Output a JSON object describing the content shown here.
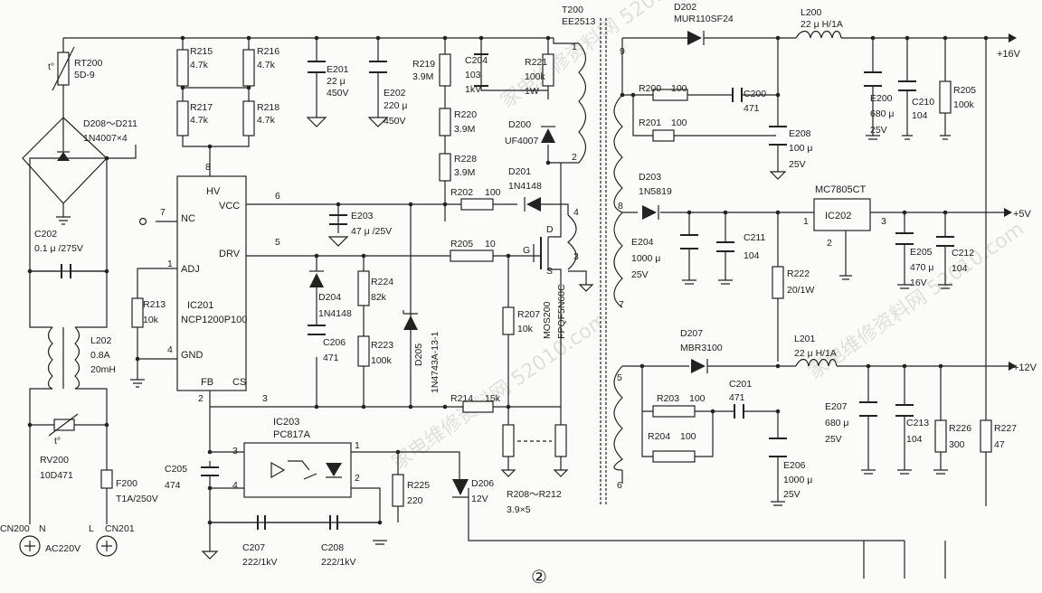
{
  "labels": {
    "t200": "T200",
    "ee2513": "EE2513",
    "d202": "D202",
    "mur": "MUR110SF24",
    "l200": "L200",
    "l200v": "22 μ H/1A",
    "out16": "+16V",
    "rt200": "RT200",
    "rt200v": "5D-9",
    "tdeg": "t°",
    "r215": "R215",
    "r216": "R216",
    "r217": "R217",
    "r218": "R218",
    "v47k": "4.7k",
    "e201": "E201",
    "e201a": "22 μ",
    "e201b": "450V",
    "e202": "E202",
    "e202a": "220 μ",
    "e202b": "450V",
    "r219": "R219",
    "v39m": "3.9M",
    "r220": "R220",
    "r228": "R228",
    "c204": "C204",
    "c204a": "103",
    "c204b": "1kV",
    "r221": "R221",
    "r221a": "100k",
    "r221b": "1W",
    "d200": "D200",
    "uf4007": "UF4007",
    "d201": "D201",
    "d201v": "1N4148",
    "r200": "R200",
    "r200v": "100",
    "r201": "R201",
    "r201v": "100",
    "c200": "C200",
    "c200v": "471",
    "e208": "E208",
    "e208a": "100 μ",
    "e208b": "25V",
    "e200": "E200",
    "e200a": "680 μ",
    "e200b": "25V",
    "c210": "C210",
    "c210v": "104",
    "r205": "R205",
    "r205v": "100k",
    "d208": "D208～D211",
    "d208v": "1N4007×4",
    "c202": "C202",
    "c202v": "0.1 μ /275V",
    "hv": "HV",
    "nc": "NC",
    "vcc": "VCC",
    "drv": "DRV",
    "adj": "ADJ",
    "gnd": "GND",
    "fb": "FB",
    "cs": "CS",
    "p8": "8",
    "p7": "7",
    "p6": "6",
    "p5": "5",
    "p1": "1",
    "p4": "4",
    "p2": "2",
    "p3": "3",
    "ic201": "IC201",
    "ic201v": "NCP1200P100",
    "e203": "E203",
    "e203v": "47 μ /25V",
    "r202": "R202",
    "r202v": "100",
    "r205b": "R205",
    "r205bv": "10",
    "d204": "D204",
    "d204v": "1N4148",
    "r224": "R224",
    "r224v": "82k",
    "c206": "C206",
    "c206v": "471",
    "r223": "R223",
    "r223v": "100k",
    "d205": "D205",
    "d205v": "1N4743A-13-1",
    "r213": "R213",
    "r213v": "10k",
    "r207": "R207",
    "r207v": "10k",
    "mos": "MOS200",
    "fqpf": "FPQF5N60C",
    "pd": "D",
    "pg": "G",
    "ps": "S",
    "d203": "D203",
    "d203v": "1N5819",
    "mc7805": "MC7805CT",
    "ic202": "IC202",
    "out5": "+5V",
    "e204": "E204",
    "e204a": "1000 μ",
    "e204b": "25V",
    "c211": "C211",
    "c211v": "104",
    "e205": "E205",
    "e205a": "470 μ",
    "e205b": "16V",
    "c212": "C212",
    "c212v": "104",
    "r222": "R222",
    "r222v": "20/1W",
    "l202": "L202",
    "l202a": "0.8A",
    "l202b": "20mH",
    "d207": "D207",
    "mbr": "MBR3100",
    "l201": "L201",
    "l201v": "22 μ H/1A",
    "out12": "+12V",
    "r214": "R214",
    "r214v": "15k",
    "r203": "R203",
    "r203v": "100",
    "c201": "C201",
    "c201v": "471",
    "r204": "R204",
    "r204v": "100",
    "e207": "E207",
    "e207a": "680 μ",
    "e207b": "25V",
    "c213": "C213",
    "c213v": "104",
    "r226": "R226",
    "r226v": "300",
    "r227": "R227",
    "r227v": "47",
    "e206": "E206",
    "e206a": "1000 μ",
    "e206b": "25V",
    "ic203": "IC203",
    "pc817": "PC817A",
    "c205": "C205",
    "c205v": "474",
    "r225": "R225",
    "r225v": "220",
    "d206": "D206",
    "d206v": "12V",
    "r208": "R208～R212",
    "r208v": "3.9×5",
    "rv200": "RV200",
    "rv200v": "10D471",
    "f200": "F200",
    "f200v": "T1A/250V",
    "c207": "C207",
    "c207v": "222/1kV",
    "c208": "C208",
    "c208v": "222/1kV",
    "cn200": "CN200",
    "cn201": "CN201",
    "n": "N",
    "l": "L",
    "ac220": "AC220V",
    "circled2": "②",
    "w9": "9",
    "w8": "8",
    "w7": "7",
    "w5": "5",
    "w6": "6",
    "w1": "1",
    "w2": "2",
    "w4": "4",
    "w3": "3"
  },
  "watermark": "家电维修资料网  52010.com",
  "colors": {
    "ink": "#222222",
    "paper": "#fbfbfa",
    "watermark": "#c9c9c9"
  }
}
